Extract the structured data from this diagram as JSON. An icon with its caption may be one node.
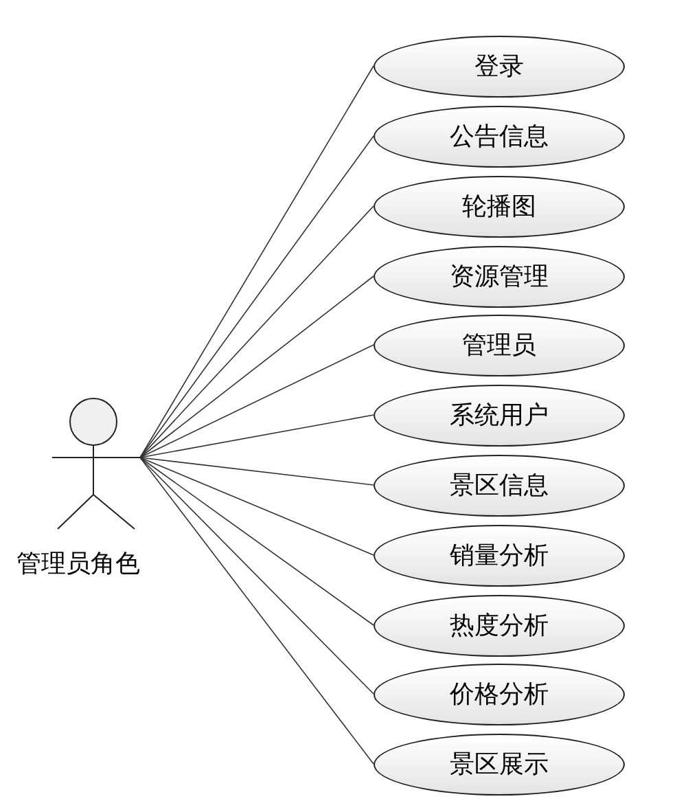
{
  "diagram": {
    "nodes": [
      {
        "text": [
          "管理员角色"
        ]
      },
      {
        "text": [
          "登录"
        ]
      },
      {
        "text": [
          "公告信息"
        ]
      },
      {
        "text": [
          "轮播图"
        ]
      },
      {
        "text": [
          "资源管理"
        ]
      },
      {
        "text": [
          "管理员"
        ]
      },
      {
        "text": [
          "系统用户"
        ]
      },
      {
        "text": [
          "景区信息"
        ]
      },
      {
        "text": [
          "销量分析"
        ]
      },
      {
        "text": [
          "热度分析"
        ]
      },
      {
        "text": [
          "价格分析"
        ]
      },
      {
        "text": [
          "景区展示"
        ]
      }
    ],
    "edges": [
      {
        "from": 0,
        "to": 1,
        "arrow": "none"
      },
      {
        "from": 0,
        "to": 2,
        "arrow": "none"
      },
      {
        "from": 0,
        "to": 3,
        "arrow": "none"
      },
      {
        "from": 0,
        "to": 4,
        "arrow": "none"
      },
      {
        "from": 0,
        "to": 5,
        "arrow": "none"
      },
      {
        "from": 0,
        "to": 6,
        "arrow": "none"
      },
      {
        "from": 0,
        "to": 7,
        "arrow": "none"
      },
      {
        "from": 0,
        "to": 8,
        "arrow": "none"
      },
      {
        "from": 0,
        "to": 9,
        "arrow": "none"
      },
      {
        "from": 0,
        "to": 10,
        "arrow": "none"
      },
      {
        "from": 0,
        "to": 11,
        "arrow": "none"
      }
    ]
  }
}
